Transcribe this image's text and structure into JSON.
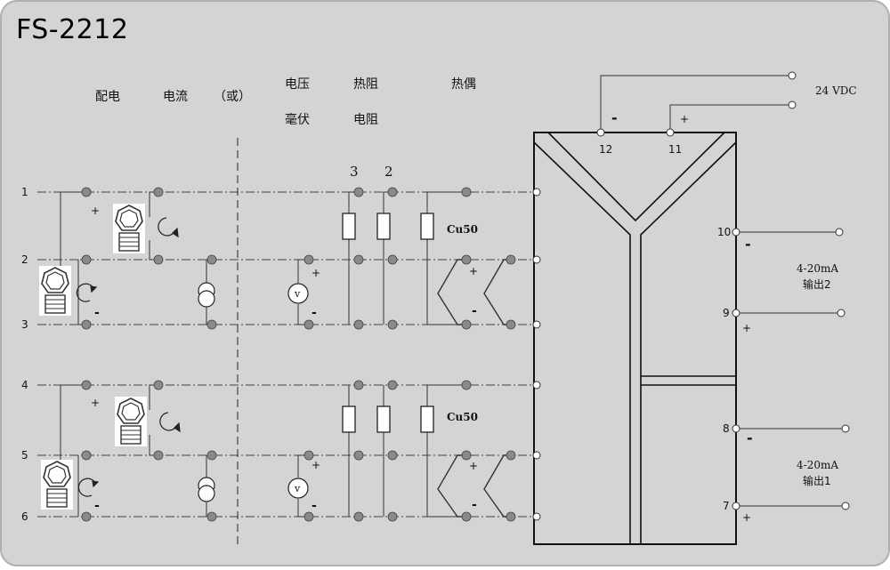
{
  "title": "FS-2212",
  "column_labels": {
    "distribution": "配电",
    "current": "电流",
    "or": "（或）",
    "voltage": "电压",
    "millivolt": "毫伏",
    "rtd": "热阻",
    "resistance": "电阻",
    "thermocouple": "热偶"
  },
  "rtd_wire_numbers": [
    "3",
    "2"
  ],
  "rtd_type": "Cu50",
  "power": {
    "label": "24 VDC",
    "minus": "-",
    "plus": "+",
    "terminal_minus": "12",
    "terminal_plus": "11"
  },
  "input_terminals": [
    "1",
    "2",
    "3",
    "4",
    "5",
    "6"
  ],
  "outputs": [
    {
      "label_line1": "4-20mA",
      "label_line2": "输出2",
      "terminal_minus": "10",
      "terminal_plus": "9"
    },
    {
      "label_line1": "4-20mA",
      "label_line2": "输出1",
      "terminal_minus": "8",
      "terminal_plus": "7"
    }
  ],
  "polarity": {
    "plus": "+",
    "minus": "-"
  },
  "voltmeter_symbol": "v",
  "colors": {
    "background": "#d4d4d4",
    "line": "#222222",
    "terminal_fill": "#8a8a8a",
    "frame": "#b0b0b0"
  }
}
